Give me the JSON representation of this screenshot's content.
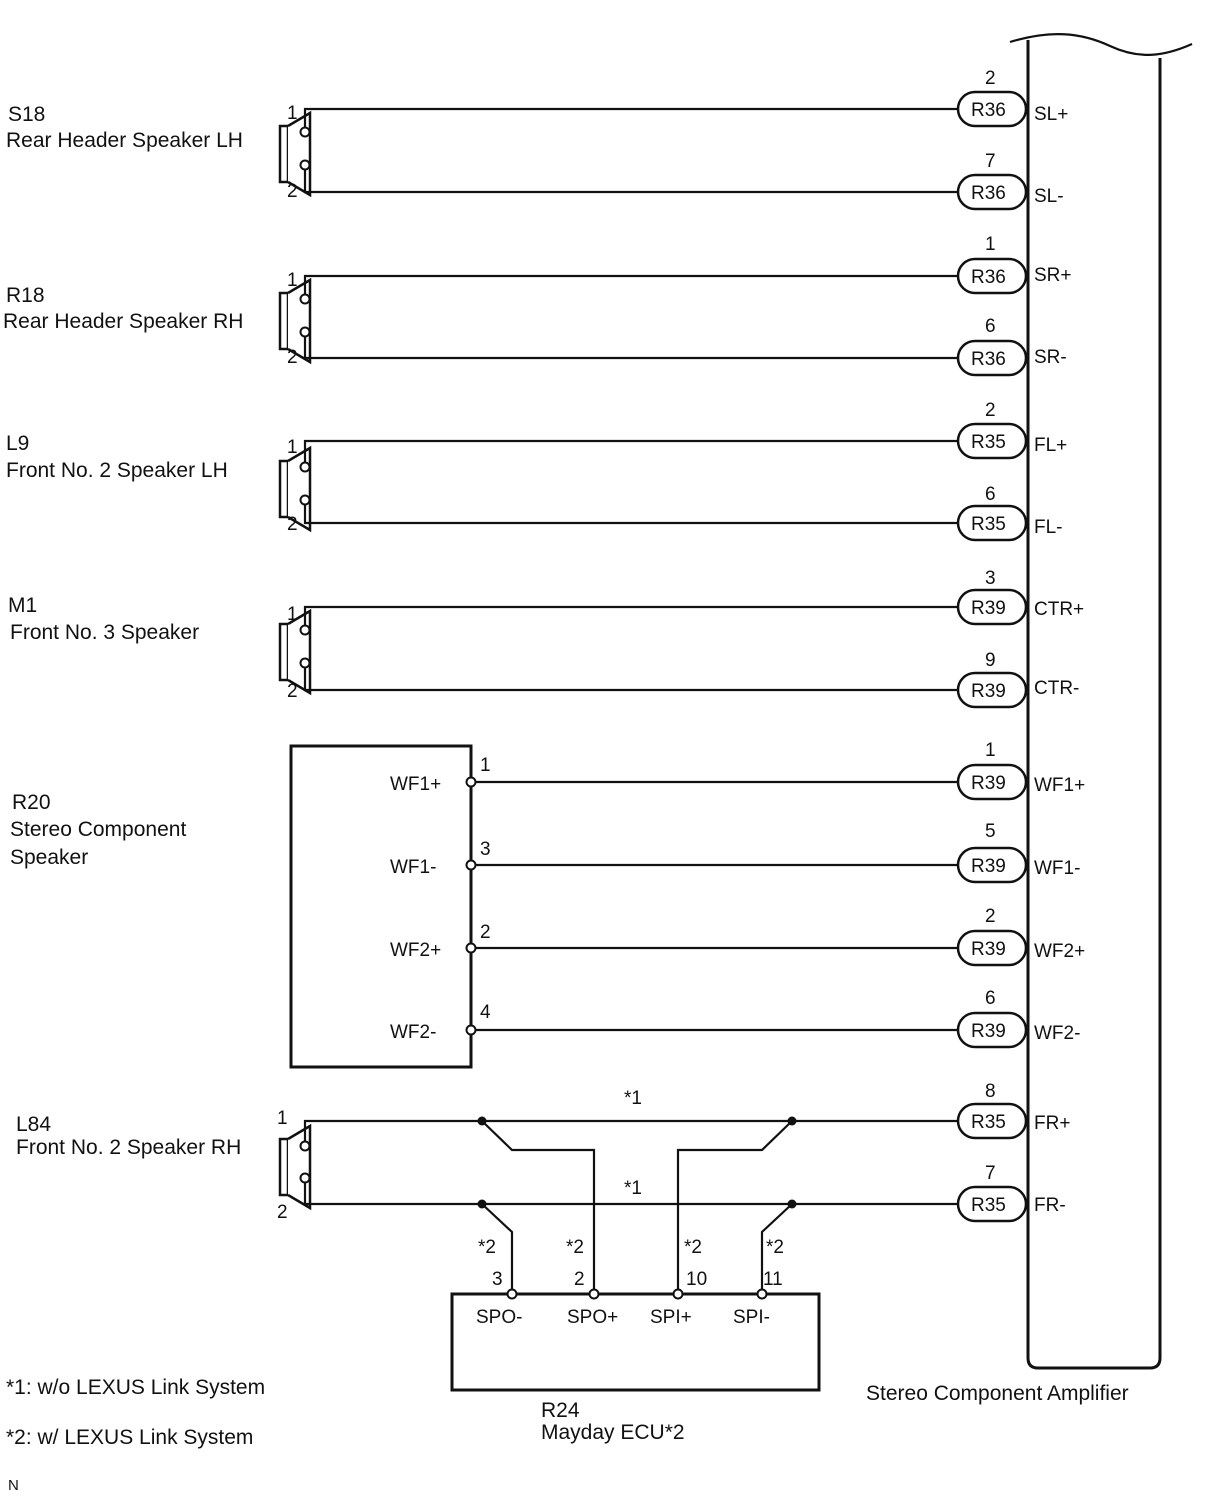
{
  "speakers": [
    {
      "code": "S18",
      "name": "Rear Header Speaker LH",
      "pin_pos": "1",
      "pin_neg": "2",
      "conn_pos": "R36",
      "conn_neg": "R36",
      "amp_pin_pos": "2",
      "amp_pin_neg": "7",
      "sig_pos": "SL+",
      "sig_neg": "SL-"
    },
    {
      "code": "R18",
      "name": "Rear Header Speaker RH",
      "pin_pos": "1",
      "pin_neg": "2",
      "conn_pos": "R36",
      "conn_neg": "R36",
      "amp_pin_pos": "1",
      "amp_pin_neg": "6",
      "sig_pos": "SR+",
      "sig_neg": "SR-"
    },
    {
      "code": "L9",
      "name": "Front No. 2 Speaker LH",
      "pin_pos": "1",
      "pin_neg": "2",
      "conn_pos": "R35",
      "conn_neg": "R35",
      "amp_pin_pos": "2",
      "amp_pin_neg": "6",
      "sig_pos": "FL+",
      "sig_neg": "FL-"
    },
    {
      "code": "M1",
      "name": "Front No. 3 Speaker",
      "pin_pos": "1",
      "pin_neg": "2",
      "conn_pos": "R39",
      "conn_neg": "R39",
      "amp_pin_pos": "3",
      "amp_pin_neg": "9",
      "sig_pos": "CTR+",
      "sig_neg": "CTR-"
    }
  ],
  "stereo_speaker": {
    "code": "R20",
    "name_line1": "Stereo Component",
    "name_line2": "Speaker",
    "terminals": [
      {
        "name": "WF1+",
        "pin": "1",
        "conn": "R39",
        "amp_pin": "1",
        "sig": "WF1+"
      },
      {
        "name": "WF1-",
        "pin": "3",
        "conn": "R39",
        "amp_pin": "5",
        "sig": "WF1-"
      },
      {
        "name": "WF2+",
        "pin": "2",
        "conn": "R39",
        "amp_pin": "2",
        "sig": "WF2+"
      },
      {
        "name": "WF2-",
        "pin": "4",
        "conn": "R39",
        "amp_pin": "6",
        "sig": "WF2-"
      }
    ]
  },
  "front_rh": {
    "code": "L84",
    "name": "Front No. 2 Speaker RH",
    "pin_pos": "1",
    "pin_neg": "2",
    "conn_pos": "R35",
    "conn_neg": "R35",
    "amp_pin_pos": "8",
    "amp_pin_neg": "7",
    "sig_pos": "FR+",
    "sig_neg": "FR-",
    "note_top": "*1",
    "note_bottom": "*1"
  },
  "mayday": {
    "code": "R24",
    "name": "Mayday ECU*2",
    "terminals": [
      {
        "note": "*2",
        "pin": "3",
        "sig": "SPO-"
      },
      {
        "note": "*2",
        "pin": "2",
        "sig": "SPO+"
      },
      {
        "note": "*2",
        "pin": "10",
        "sig": "SPI+"
      },
      {
        "note": "*2",
        "pin": "11",
        "sig": "SPI-"
      }
    ]
  },
  "amplifier": {
    "name": "Stereo Component Amplifier"
  },
  "notes": [
    "*1: w/o LEXUS Link System",
    "*2: w/ LEXUS Link System"
  ],
  "corner_mark": "N"
}
